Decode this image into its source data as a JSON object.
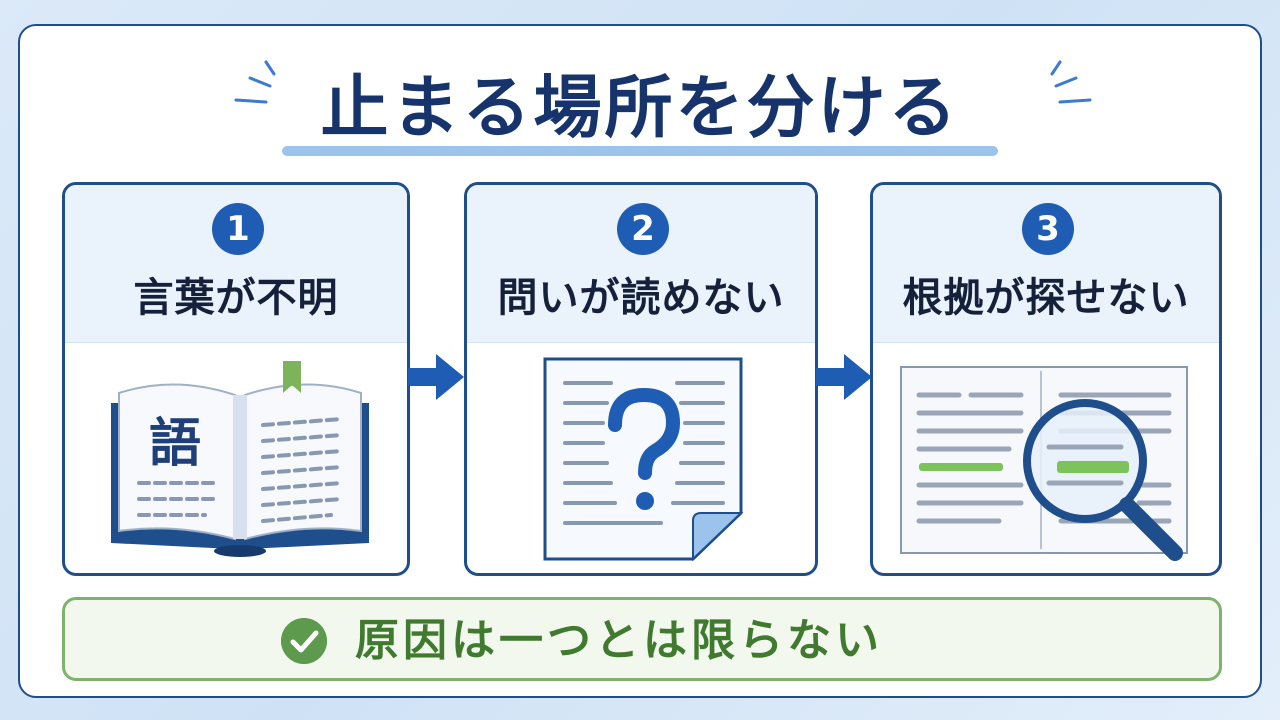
{
  "title": "止まる場所を分ける",
  "steps": [
    {
      "number": "1",
      "label": "言葉が不明",
      "illustration_text": "語",
      "icon": "open-book-icon"
    },
    {
      "number": "2",
      "label": "問いが読めない",
      "icon": "question-document-icon"
    },
    {
      "number": "3",
      "label": "根拠が探せない",
      "icon": "magnifier-document-icon"
    }
  ],
  "conclusion": {
    "text": "原因は一つとは限らない",
    "icon": "check-circle-icon"
  },
  "colors": {
    "navy": "#1f4e8c",
    "blue": "#1f5cb3",
    "title": "#16346b",
    "green": "#5e9a4d",
    "light_blue": "#9cc3ec"
  }
}
